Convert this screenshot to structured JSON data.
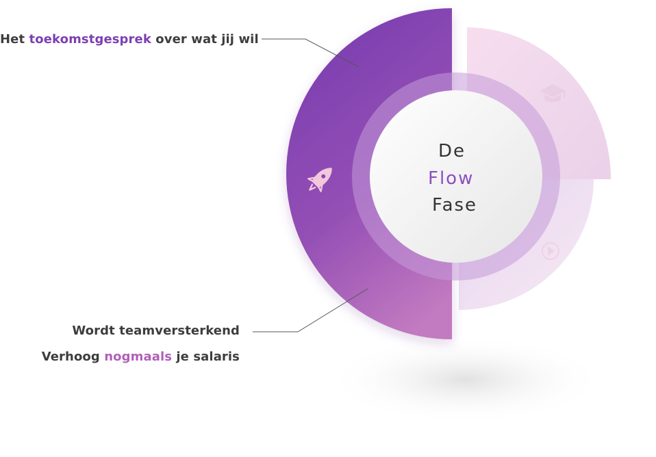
{
  "center": {
    "line1": "De",
    "line2": "Flow",
    "line3": "Fase"
  },
  "labels": {
    "top": {
      "before": "Het ",
      "highlight": "toekomstgesprek",
      "after": " over wat jij wil"
    },
    "middle": {
      "text": "Wordt teamversterkend"
    },
    "bottom": {
      "before": "Verhoog ",
      "highlight": "nogmaals",
      "after": " je salaris"
    }
  },
  "icons": {
    "left_segment": "rocket-icon",
    "top_right_segment": "graduation-cap-icon",
    "bottom_right_segment": "play-icon"
  },
  "colors": {
    "primary_purple": "#7d3fb2",
    "accent_pink": "#b15fb9",
    "light_pink": "#f2d9ec",
    "text_dark": "#3d3d3d"
  }
}
